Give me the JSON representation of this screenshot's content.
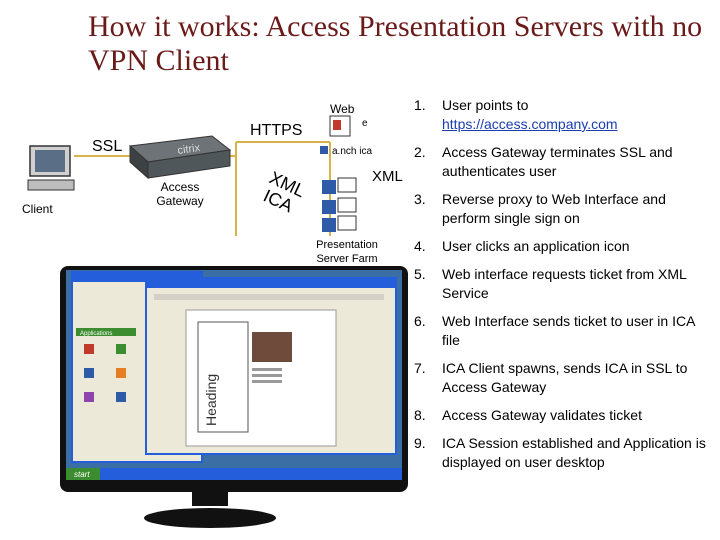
{
  "title": "How it works: Access Presentation Servers with no VPN Client",
  "diagram": {
    "client_label": "Client",
    "ssl_label": "SSL",
    "https_label": "HTTPS",
    "gateway_label": "Access Gateway",
    "gateway_brand": "citrix",
    "web_label": "Web",
    "web_partial": "e",
    "launch_partial": "a.nch ica",
    "xml_label": "XML",
    "xml_ica_1": "XML",
    "xml_ica_2": "ICA",
    "farm_label": "Presentation Server Farm"
  },
  "steps": [
    {
      "num": "1.",
      "text": "User points to",
      "link": "https://access.company.com"
    },
    {
      "num": "2.",
      "text": "Access Gateway terminates SSL and authenticates user"
    },
    {
      "num": "3.",
      "text": "Reverse proxy to Web Interface and perform single sign on"
    },
    {
      "num": "4.",
      "text": "User clicks an application icon"
    },
    {
      "num": "5.",
      "text": "Web interface requests ticket from XML Service"
    },
    {
      "num": "6.",
      "text": "Web Interface sends ticket to user in ICA file"
    },
    {
      "num": "7.",
      "text": "ICA Client spawns, sends ICA in SSL to Access Gateway"
    },
    {
      "num": "8.",
      "text": "Access Gateway validates ticket"
    },
    {
      "num": "9.",
      "text": "ICA Session established and Application is displayed on user desktop"
    }
  ],
  "screenshot": {
    "heading_text": "Heading",
    "start_label": "start",
    "applications_label": "Applications"
  },
  "colors": {
    "title": "#6b1a1a",
    "link": "#1a3db0",
    "line": "#d8b34a",
    "xp_blue": "#245edb",
    "xp_start": "#3c8d2f"
  }
}
